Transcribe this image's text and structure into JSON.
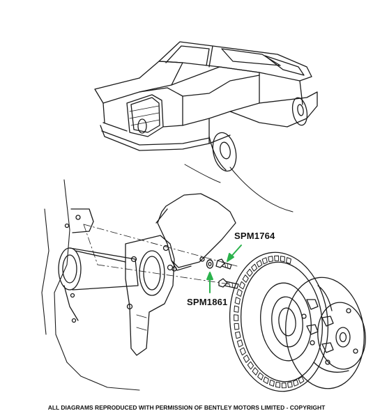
{
  "labels": {
    "part_upper": "SPM1764",
    "part_lower": "SPM1861"
  },
  "footer": {
    "copyright": "ALL DIAGRAMS REPRODUCED WITH PERMISSION OF BENTLEY MOTORS LIMITED - COPYRIGHT"
  },
  "colors": {
    "line": "#1a1a1a",
    "arrow": "#2bb24c",
    "background": "#ffffff"
  }
}
